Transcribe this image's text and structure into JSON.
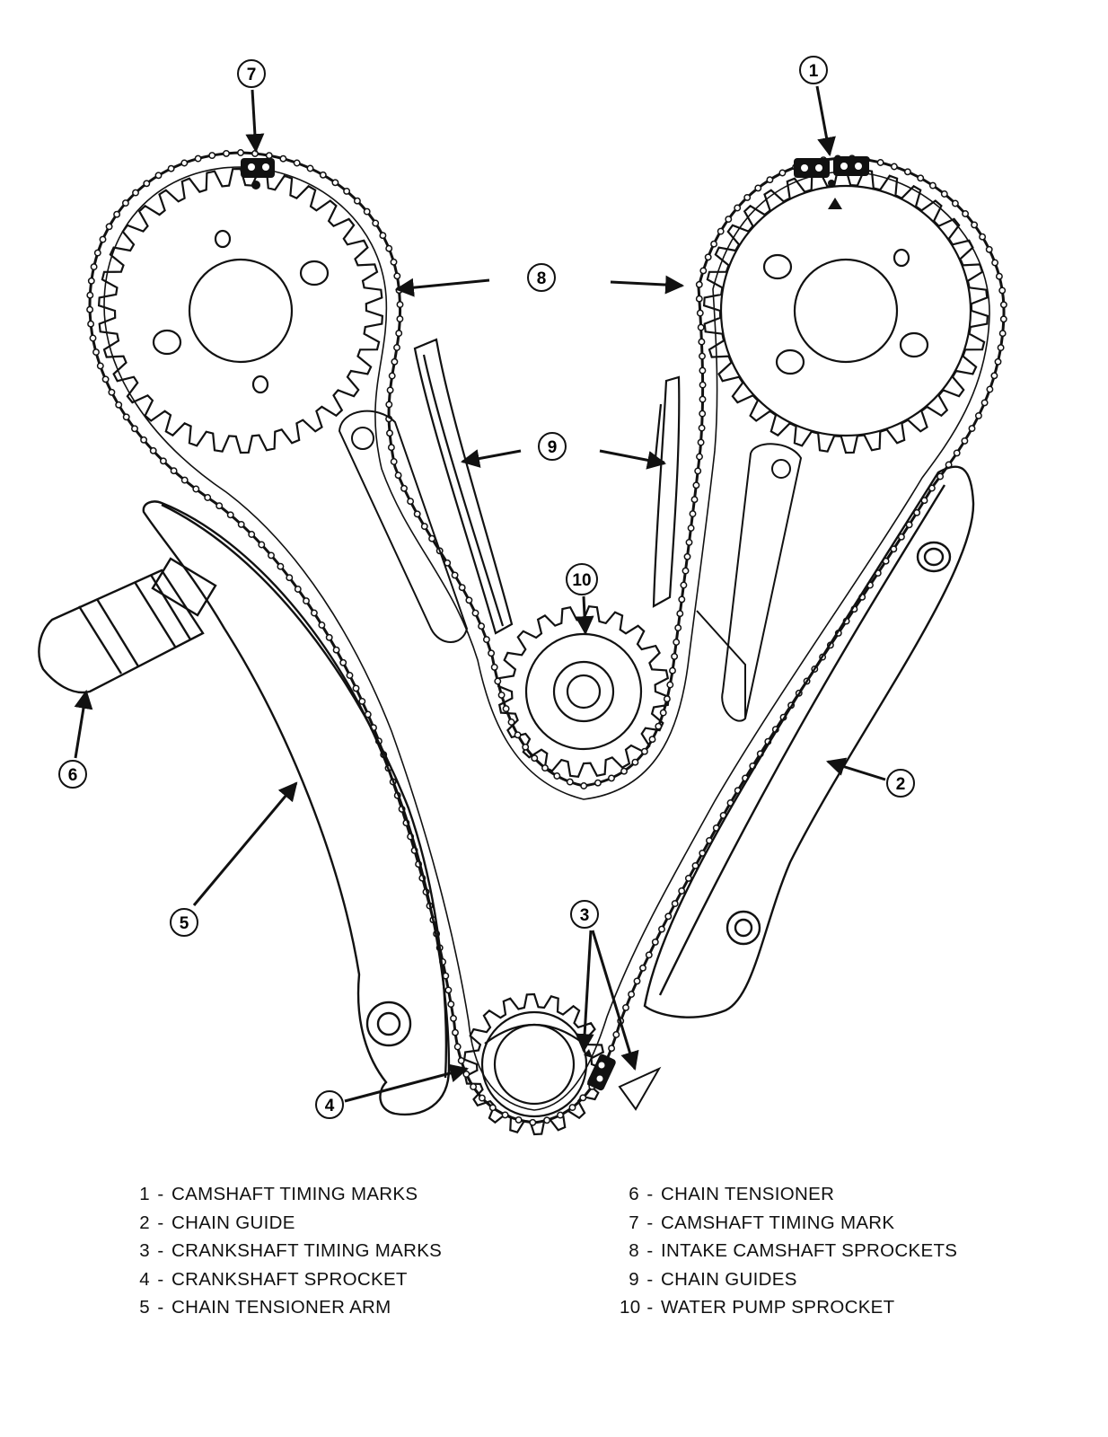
{
  "diagram": {
    "callouts": [
      {
        "num": "1",
        "label": "CAMSHAFT TIMING MARKS"
      },
      {
        "num": "2",
        "label": "CHAIN GUIDE"
      },
      {
        "num": "3",
        "label": "CRANKSHAFT TIMING MARKS"
      },
      {
        "num": "4",
        "label": "CRANKSHAFT SPROCKET"
      },
      {
        "num": "5",
        "label": "CHAIN TENSIONER ARM"
      },
      {
        "num": "6",
        "label": "CHAIN TENSIONER"
      },
      {
        "num": "7",
        "label": "CAMSHAFT TIMING MARK"
      },
      {
        "num": "8",
        "label": "INTAKE CAMSHAFT SPROCKETS"
      },
      {
        "num": "9",
        "label": "CHAIN GUIDES"
      },
      {
        "num": "10",
        "label": "WATER PUMP SPROCKET"
      }
    ]
  },
  "legend": {
    "separator": "-",
    "left": [
      {
        "num": "1",
        "label": "CAMSHAFT TIMING MARKS"
      },
      {
        "num": "2",
        "label": "CHAIN GUIDE"
      },
      {
        "num": "3",
        "label": "CRANKSHAFT TIMING MARKS"
      },
      {
        "num": "4",
        "label": "CRANKSHAFT SPROCKET"
      },
      {
        "num": "5",
        "label": "CHAIN TENSIONER ARM"
      }
    ],
    "right": [
      {
        "num": "6",
        "label": "CHAIN TENSIONER"
      },
      {
        "num": "7",
        "label": "CAMSHAFT TIMING MARK"
      },
      {
        "num": "8",
        "label": "INTAKE CAMSHAFT SPROCKETS"
      },
      {
        "num": "9",
        "label": "CHAIN GUIDES"
      },
      {
        "num": "10",
        "label": "WATER PUMP SPROCKET"
      }
    ]
  }
}
